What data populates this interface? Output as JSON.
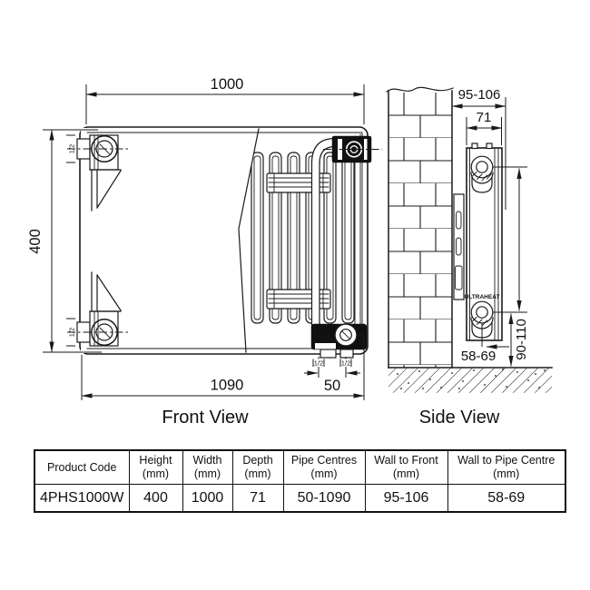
{
  "front_view": {
    "title": "Front View",
    "dim_width": "1000",
    "dim_height": "400",
    "dim_pipe_centres": "1090",
    "dim_valve_spacing": "50",
    "conn_top_left": "1/2",
    "conn_bottom_left": "1/2",
    "conn_valve_left": "1/2",
    "conn_valve_right": "1/2"
  },
  "side_view": {
    "title": "Side View",
    "dim_wall_to_front": "95-106",
    "dim_depth": "71",
    "dim_floor_clearance": "90-110",
    "dim_wall_to_pipe_centre": "58-69",
    "brand": "ULTRAHEAT"
  },
  "table": {
    "columns": [
      {
        "label": "Product Code",
        "unit": ""
      },
      {
        "label": "Height",
        "unit": "(mm)"
      },
      {
        "label": "Width",
        "unit": "(mm)"
      },
      {
        "label": "Depth",
        "unit": "(mm)"
      },
      {
        "label": "Pipe Centres",
        "unit": "(mm)"
      },
      {
        "label": "Wall to Front",
        "unit": "(mm)"
      },
      {
        "label": "Wall to Pipe Centre",
        "unit": "(mm)"
      }
    ],
    "row": {
      "product_code": "4PHS1000W",
      "height": "400",
      "width": "1000",
      "depth": "71",
      "pipe_centres": "50-1090",
      "wall_to_front": "95-106",
      "wall_to_pipe_centre": "58-69"
    }
  },
  "colors": {
    "line": "#1a1a1a",
    "background": "#ffffff"
  }
}
